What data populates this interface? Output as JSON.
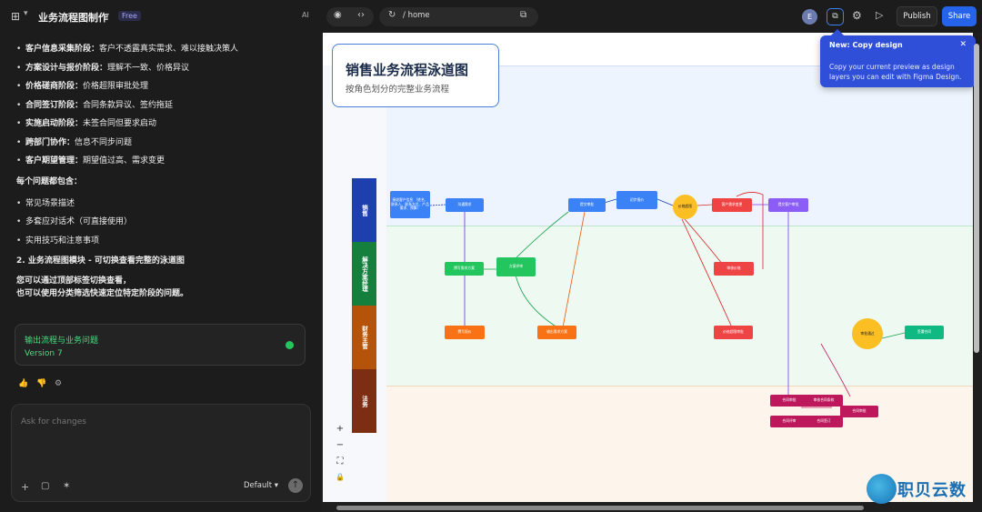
{
  "header": {
    "title": "业务流程图制作",
    "badge": "Free",
    "ai": "AI"
  },
  "chat": {
    "stages": [
      {
        "b": "客户信息采集阶段：",
        "t": "客户不透露真实需求、难以接触决策人"
      },
      {
        "b": "方案设计与报价阶段：",
        "t": "理解不一致、价格异议"
      },
      {
        "b": "价格磋商阶段：",
        "t": "价格超限审批处理"
      },
      {
        "b": "合同签订阶段：",
        "t": "合同条款异议、签约拖延"
      },
      {
        "b": "实施启动阶段：",
        "t": "未签合同但要求启动"
      },
      {
        "b": "跨部门协作：",
        "t": "信息不同步问题"
      },
      {
        "b": "客户期望管理：",
        "t": "期望值过高、需求变更"
      }
    ],
    "each_contains": "每个问题都包含：",
    "contains": [
      "常见场景描述",
      "多套应对话术（可直接使用）",
      "实用技巧和注意事项"
    ],
    "module": "2. 业务流程图模块 - 可切换查看完整的泳道图",
    "p1": "您可以通过顶部标签切换查看，",
    "p2": "也可以使用分类筛选快速定位特定阶段的问题。"
  },
  "version_card": {
    "title": "输出流程与业务问题",
    "version": "Version 7"
  },
  "input": {
    "placeholder": "Ask for changes",
    "mode": "Default"
  },
  "toolbar": {
    "path": "/ home",
    "avatar": "E",
    "publish": "Publish",
    "share": "Share"
  },
  "diagram": {
    "title": "销售业务流程泳道图",
    "subtitle": "按角色划分的完整业务流程",
    "roles": [
      "销售",
      "解决方案经理",
      "财务主管",
      "法务"
    ],
    "nodes": {
      "n1": "接收客户信息\n（姓名、联系人、联系方式、产品需求、预算）",
      "n2": "沟通需求",
      "n3": "撰写报价",
      "n4": "提交审批",
      "n5": "价格超限",
      "n6": "初步报价",
      "n7": "客户需求变更",
      "n8": "撰写需求方案",
      "n9": "方案评审",
      "n10": "输出需求方案",
      "n11": "提交客户审批",
      "n12": "合同审批",
      "n13": "审核价格",
      "n14": "价格超限审批",
      "n15": "审核合同条款",
      "n16": "审批通过",
      "n17": "合同审批",
      "n18": "合同评审",
      "n19": "合同签订",
      "n20": "合同评审",
      "n21": "签署合同"
    }
  },
  "tooltip": {
    "title": "New: Copy design",
    "body": "Copy your current preview as design layers you can edit with Figma Design."
  },
  "watermark": "职贝云数",
  "colors": {
    "accent": "#2563eb",
    "sales": "#1e40af",
    "solution": "#15803d",
    "finance": "#b45309",
    "legal": "#7c2d12"
  }
}
